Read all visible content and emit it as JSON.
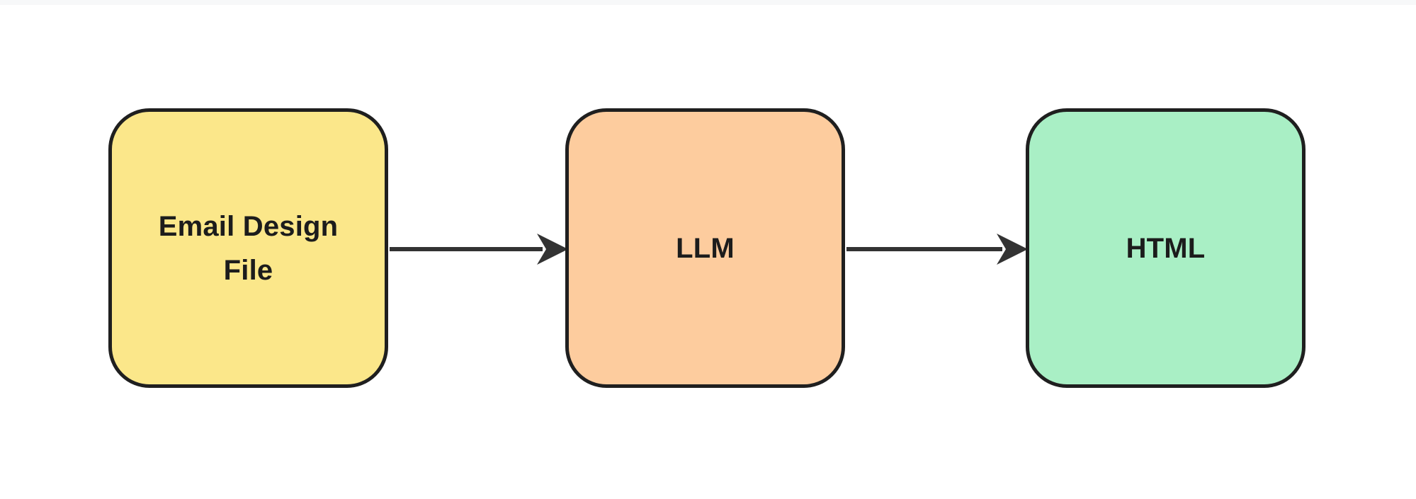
{
  "diagram": {
    "type": "flowchart",
    "direction": "left-to-right",
    "background_color": "#ffffff",
    "border_color": "#1f1f1f",
    "arrow_color": "#333333",
    "text_color": "#1c1c1c",
    "nodes": [
      {
        "id": "email-design-file",
        "label": "Email Design File",
        "fill": "#FBE78A",
        "shape": "rounded-square"
      },
      {
        "id": "llm",
        "label": "LLM",
        "fill": "#FDCC9E",
        "shape": "rounded-square"
      },
      {
        "id": "html",
        "label": "HTML",
        "fill": "#A9EFC5",
        "shape": "rounded-square"
      }
    ],
    "edges": [
      {
        "from": "email-design-file",
        "to": "llm",
        "style": "arrow-right"
      },
      {
        "from": "llm",
        "to": "html",
        "style": "arrow-right"
      }
    ]
  }
}
